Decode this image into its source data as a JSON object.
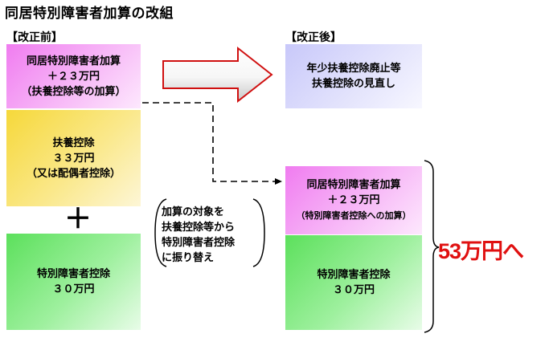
{
  "title": "同居特別障害者加算の改組",
  "before_label": "【改正前】",
  "after_label": "【改正後】",
  "before": {
    "pink": [
      "同居特別障害者加算",
      "＋２３万円",
      "（扶養控除等の加算）"
    ],
    "yellow": [
      "扶養控除",
      "３３万円",
      "（又は配偶者控除）"
    ],
    "plus": "＋",
    "green": [
      "特別障害者控除",
      "３０万円"
    ]
  },
  "after": {
    "lavender": [
      "年少扶養控除廃止等",
      "扶養控除の見直し"
    ],
    "pink": [
      "同居特別障害者加算",
      "＋２３万円",
      "（特別障害者控除への加算）"
    ],
    "green": [
      "特別障害者控除",
      "３０万円"
    ]
  },
  "note": [
    "加算の対象を",
    "扶養控除等から",
    "特別障害者控除",
    "に振り替え"
  ],
  "result": "53万円へ",
  "colors": {
    "pink": "#f07cf0",
    "yellow": "#f6d83a",
    "green": "#5ce05c",
    "lavender": "#c8c8fa",
    "arrow_outline": "#d01010",
    "result": "#e01010"
  }
}
